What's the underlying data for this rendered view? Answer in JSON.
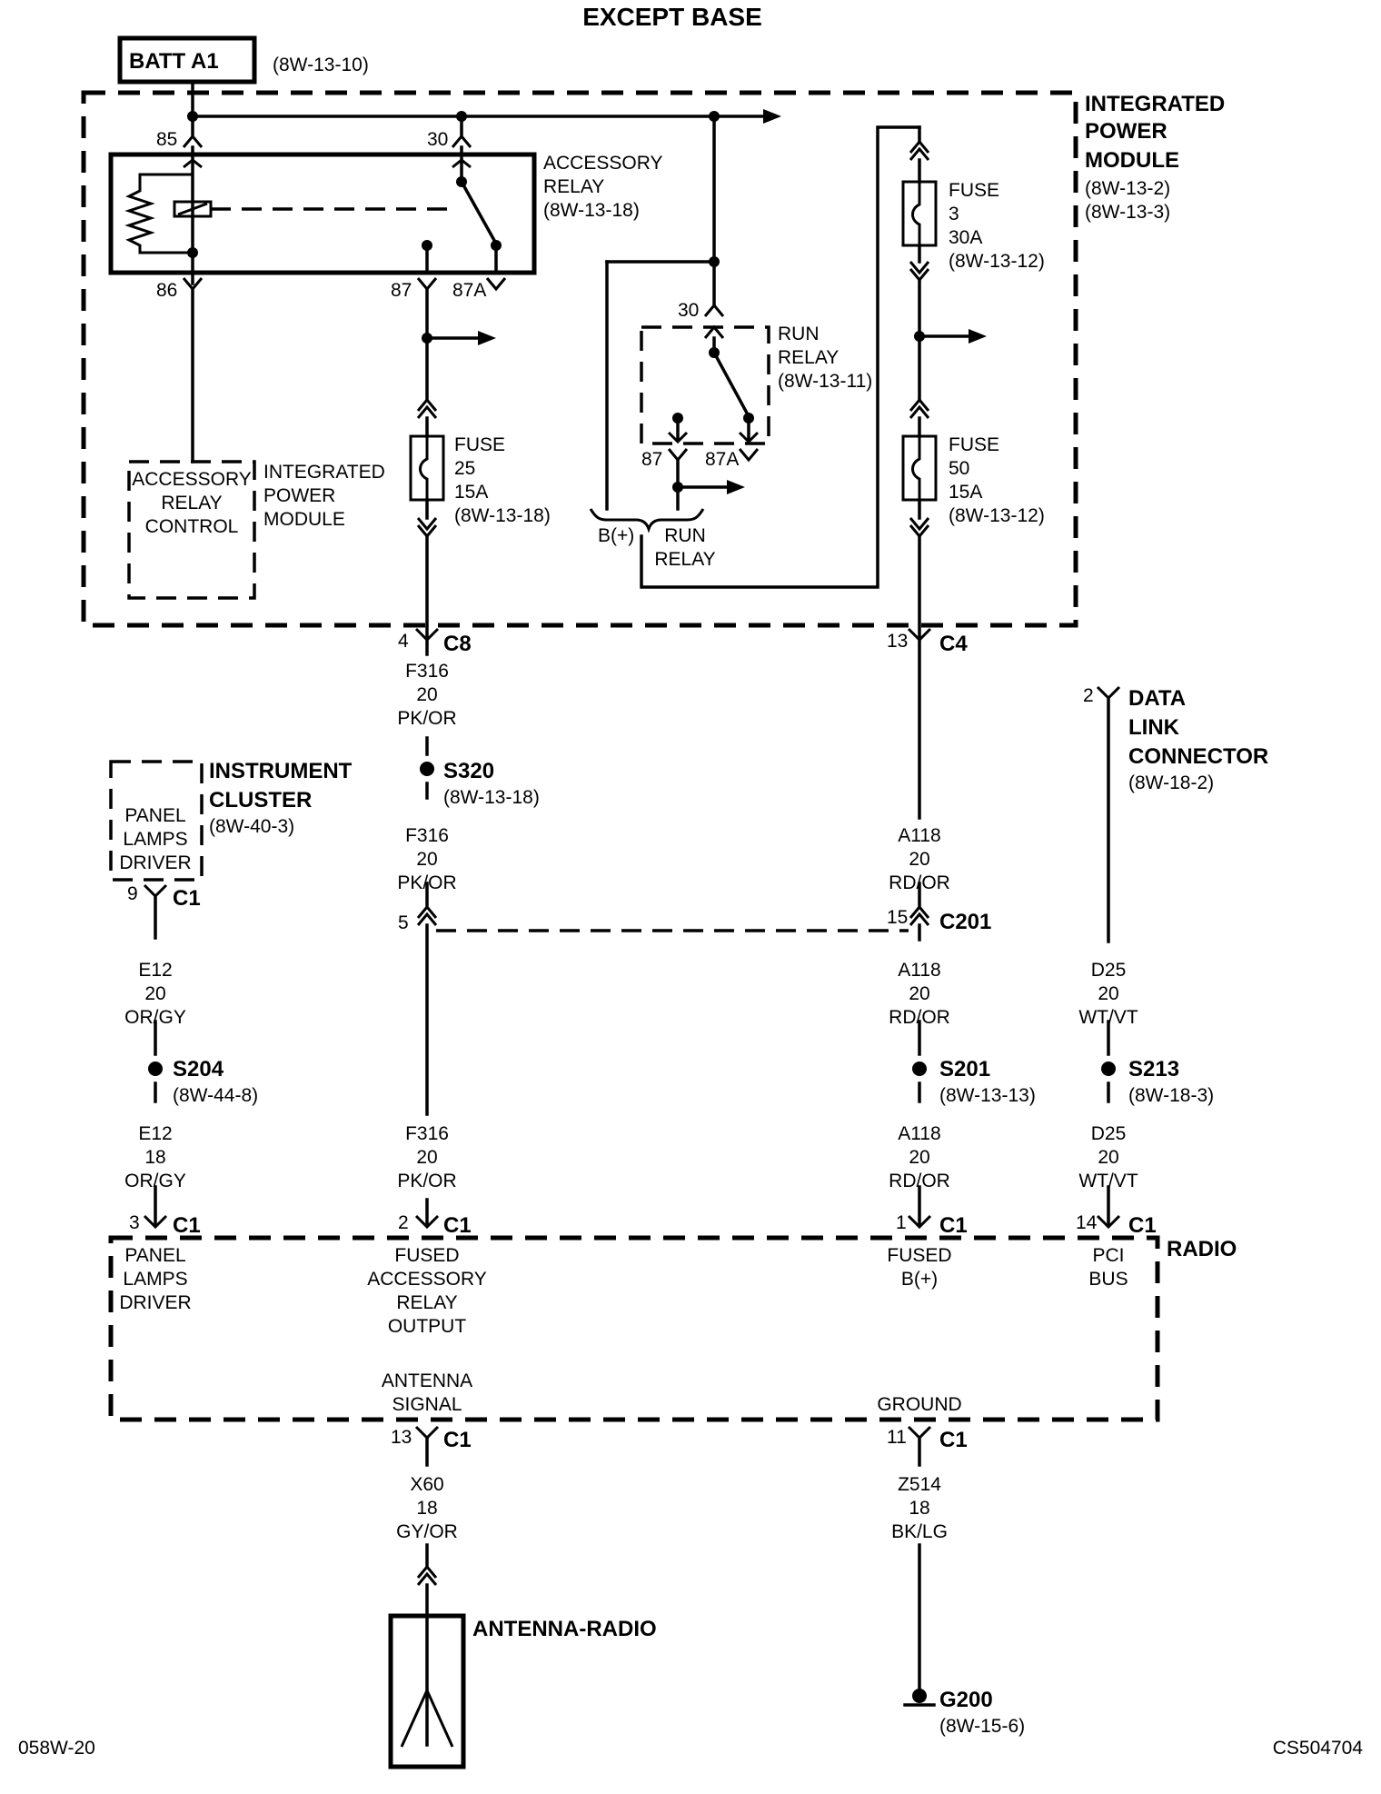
{
  "title": "EXCEPT BASE",
  "batt": {
    "label": "BATT A1",
    "ref": "(8W-13-10)"
  },
  "ipm": {
    "l1": "INTEGRATED",
    "l2": "POWER",
    "l3": "MODULE",
    "r1": "(8W-13-2)",
    "r2": "(8W-13-3)"
  },
  "acc_relay": {
    "l1": "ACCESSORY",
    "l2": "RELAY",
    "ref": "(8W-13-18)",
    "p85": "85",
    "p86": "86",
    "p30": "30",
    "p87": "87",
    "p87a": "87A"
  },
  "acc_ctrl": {
    "l1": "ACCESSORY",
    "l2": "RELAY",
    "l3": "CONTROL",
    "m1": "INTEGRATED",
    "m2": "POWER",
    "m3": "MODULE"
  },
  "fuse25": {
    "l1": "FUSE",
    "l2": "25",
    "l3": "15A",
    "ref": "(8W-13-18)"
  },
  "run_relay": {
    "l1": "RUN",
    "l2": "RELAY",
    "ref": "(8W-13-11)",
    "p30": "30",
    "p87": "87",
    "p87a": "87A",
    "bplus": "B(+)",
    "b1": "RUN",
    "b2": "RELAY"
  },
  "fuse3": {
    "l1": "FUSE",
    "l2": "3",
    "l3": "30A",
    "ref": "(8W-13-12)"
  },
  "fuse50": {
    "l1": "FUSE",
    "l2": "50",
    "l3": "15A",
    "ref": "(8W-13-12)"
  },
  "c8": {
    "pin": "4",
    "name": "C8"
  },
  "c4": {
    "pin": "13",
    "name": "C4"
  },
  "w_f316_a": {
    "c": "F316",
    "g": "20",
    "col": "PK/OR"
  },
  "s320": {
    "name": "S320",
    "ref": "(8W-13-18)"
  },
  "w_f316_b": {
    "c": "F316",
    "g": "20",
    "col": "PK/OR"
  },
  "w_a118_a": {
    "c": "A118",
    "g": "20",
    "col": "RD/OR"
  },
  "c201": {
    "pin_left": "5",
    "pin_right": "15",
    "name": "C201"
  },
  "w_a118_b": {
    "c": "A118",
    "g": "20",
    "col": "RD/OR"
  },
  "s201": {
    "name": "S201",
    "ref": "(8W-13-13)"
  },
  "w_a118_c": {
    "c": "A118",
    "g": "20",
    "col": "RD/OR"
  },
  "w_f316_c": {
    "c": "F316",
    "g": "20",
    "col": "PK/OR"
  },
  "dlc": {
    "pin": "2",
    "l1": "DATA",
    "l2": "LINK",
    "l3": "CONNECTOR",
    "ref": "(8W-18-2)"
  },
  "w_d25_a": {
    "c": "D25",
    "g": "20",
    "col": "WT/VT"
  },
  "s213": {
    "name": "S213",
    "ref": "(8W-18-3)"
  },
  "w_d25_b": {
    "c": "D25",
    "g": "20",
    "col": "WT/VT"
  },
  "cluster": {
    "l1": "INSTRUMENT",
    "l2": "CLUSTER",
    "ref": "(8W-40-3)",
    "b1": "PANEL",
    "b2": "LAMPS",
    "b3": "DRIVER",
    "pin": "9",
    "conn": "C1"
  },
  "w_e12_a": {
    "c": "E12",
    "g": "20",
    "col": "OR/GY"
  },
  "s204": {
    "name": "S204",
    "ref": "(8W-44-8)"
  },
  "w_e12_b": {
    "c": "E12",
    "g": "18",
    "col": "OR/GY"
  },
  "radio": {
    "name": "RADIO",
    "p3": "3",
    "p2": "2",
    "p1": "1",
    "p14": "14",
    "p13": "13",
    "p11": "11",
    "conn": "C1",
    "pl1": "PANEL",
    "pl2": "LAMPS",
    "pl3": "DRIVER",
    "fa1": "FUSED",
    "fa2": "ACCESSORY",
    "fa3": "RELAY",
    "fa4": "OUTPUT",
    "fb1": "FUSED",
    "fb2": "B(+)",
    "pci1": "PCI",
    "pci2": "BUS",
    "ant1": "ANTENNA",
    "ant2": "SIGNAL",
    "gnd": "GROUND"
  },
  "w_x60": {
    "c": "X60",
    "g": "18",
    "col": "GY/OR"
  },
  "w_z514": {
    "c": "Z514",
    "g": "18",
    "col": "BK/LG"
  },
  "antenna": {
    "label": "ANTENNA-RADIO"
  },
  "g200": {
    "name": "G200",
    "ref": "(8W-15-6)"
  },
  "footer": {
    "left": "058W-20",
    "right": "CS504704"
  }
}
